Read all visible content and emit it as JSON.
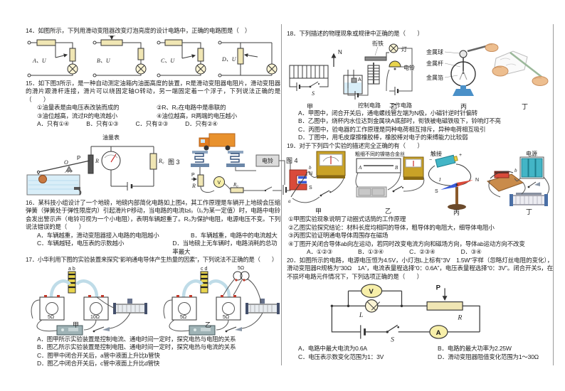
{
  "colors": {
    "meter_face": "#F7EFA9",
    "lamp_face": "#FBF4D4",
    "resistor": "#F0E6B4",
    "truck": "#E8912D",
    "water": "#D9EEF8",
    "skin": "#EDBE8F",
    "wood": "#C98B4B",
    "battery_teal": "#43B5C6",
    "magnet_red": "#D94A3A",
    "magnet_blue": "#3A5BD9"
  },
  "q14": {
    "text": "14．如图所示，下列用滑动变阻器改变灯泡亮度的设计电路中，正确的电路图是（　）",
    "labelA": "A、U",
    "labelB": "B、U",
    "labelC": "C、U",
    "labelD": "D、U"
  },
  "q15": {
    "text": "15．如下图3所示，是一种自动测定油箱内油面高度的装置，R是滑动变阻器电阻片，滑动变阻器的滑片跟滑杆连接，滑片可以绕固定轴O转动，另一端固定着一个浮子，下列说法正确的是（　　）",
    "item1": "①油量表是由电压表改装而成的",
    "item2": "②R、R₀在电路中是串联的",
    "item3": "③油位越高，流过R的电流越小",
    "item4": "④油位越高，R两端的电压越小",
    "optA": "A．只有①④",
    "optB": "B．只有①③",
    "optC": "C．只有②③",
    "optD": "D．只有②④",
    "fig3": {
      "meter": "油量表",
      "o": "O",
      "p": "P",
      "r": "R",
      "r0": "R₀",
      "caption": "图 3"
    },
    "fig4": {
      "bell": "电铃",
      "p": "P",
      "r": "R",
      "r0": "R₀",
      "caption": "图 4"
    }
  },
  "q16": {
    "text": "16．某科技小组设计了一个地磅，地磅内部简化电路如上图4，其工作原理是车辆开上地磅会压缩弹簧（弹簧处于弹性限度内）引起滑片P移动，当电路的电流I≥I₀（I₀为某一定值）时，电路中电铃会发出警示声（电铃可视为一个小电阻），表明车辆超重了。R₀为保护电阻，电源电压不变。下列说法错误的是（　　）",
    "optA": "A．车辆越重，滑动变阻器接入电路的电阻越小",
    "optB": "B．车辆越重，电路中的电流越大",
    "optC": "C．车辆越轻，电压表的示数越小",
    "optD": "D．当地磅上无车辆时，电路消耗的总功率最大"
  },
  "q17": {
    "text": "17．小华利用下图的实验装置来探究“影响通电导体产生热量的因素”，下列说法不正确的是（　　）",
    "optA": "A．图甲所示实验装置是控制电流、通电时间一定时，探究电热与电阻的关系",
    "optB": "B．图乙所示实验装置是控制电阻、通电时间一定时，探究电热与电流的关系",
    "optC": "C．图甲中闭合开关后，a管中液面上升比b管快",
    "optD": "D．图乙中闭合开关后，c管中液面上升比d管快",
    "fig": {
      "tube_jia": "a b",
      "tube_yi": "c d",
      "r1": "5Ω",
      "r2": "10Ω",
      "r3": "5Ω",
      "r4": "5Ω",
      "coil": "5Ω",
      "jia": "甲",
      "yi": "乙"
    }
  },
  "q18": {
    "text": "18．下列描述的物理现象或规律中正确的是（　　）",
    "optA": "A．甲图中，闭合开关后，通电螺线管左端为N极，小磁针逆时针偏转",
    "optB": "B．乙图中，烧杯内水位达到金属块A底部时，衔铁被电磁铁吸下，铃响灯不亮",
    "optC": "C．丙图中，验电器的工作原理是同种电荷相互排斥，异种电荷相互吸引",
    "optD": "D．丁图中，用毛皮摩擦橡胶棒，橡胶棒对电子的束缚能力比较弱",
    "fig": {
      "n": "N",
      "s_switch": "S",
      "xiantie": "衔铁",
      "deng": "灯",
      "dianling": "电铃",
      "blockA": "A",
      "kongzhi": "控制电路",
      "gongzuo": "工作电路",
      "ball": "金属球",
      "rod": "金属杆",
      "foil": "金属箔",
      "jia": "甲",
      "yi": "乙",
      "bing": "丙",
      "ding": "丁"
    }
  },
  "q19": {
    "text": "19．对于下列四个实验的描述完全正确的有（　　）",
    "item1": "①甲图实验现象说明了动圈式话筒的工作原理",
    "item2": "②乙图实验探究结论：材料长度均相同的导体，粗导体的电阻大，细导体电阻小",
    "item3": "③丙图实验证明通电导体周围存在磁场",
    "item4": "④丁图开关闭合导体ab向左运动，若同时改变电流方向和磁场方向，导体ab运动方向不改变",
    "optA": "A．①②③",
    "optB": "B．①③④",
    "optC": "C．②③④",
    "optD": "D．③④",
    "fig": {
      "n1": "N",
      "s1": "S",
      "a": "a",
      "b": "b",
      "wire_label": "粗细不同的镍铬合金丝",
      "A": "A",
      "B": "B",
      "chujie": "触接",
      "i": "I",
      "s2": "S",
      "n2": "N",
      "dianyuan": "电源",
      "b2": "b",
      "jia": "甲",
      "yi": "乙",
      "bing": "丙",
      "ding": "丁"
    }
  },
  "q20": {
    "text": "20．如图所示的电路，电源电压恒为4.5V，小灯泡L上标有“3V　1.5W”字样（忽略灯丝电阻的变化），滑动变阻器R规格为“30Ω　1A”，电流表量程选择“0：0.6A”，电压表量程选择“0：3V”。闭合开关S，在不损坏电路元件情况下，下列选项正确的是（　　）",
    "optA": "A．电路中最大电流为0.6A",
    "optB": "B．电路的最大功率为2.25W",
    "optC": "C．电压表示数变化范围为1：3V",
    "optD": "D．滑动变阻器阻值变化范围为1～30Ω",
    "fig": {
      "v": "V",
      "a": "A",
      "l": "L",
      "p": "P",
      "r": "R",
      "s": "S"
    }
  }
}
